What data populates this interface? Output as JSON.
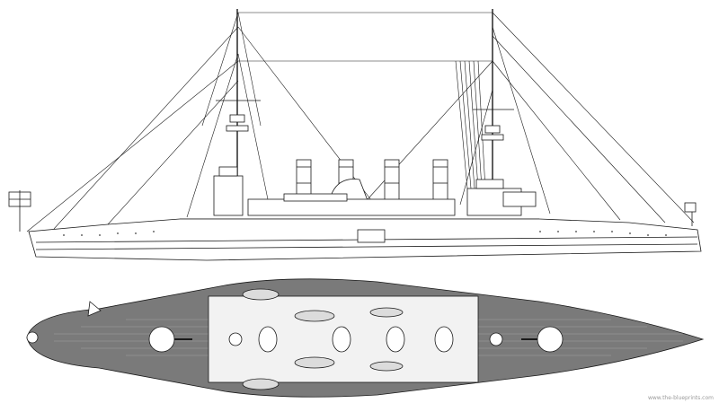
{
  "watermark": "www.the-blueprints.com",
  "colors": {
    "ink": "#1a1a1a",
    "paper": "#ffffff",
    "deck_fill": "#7a7a7a",
    "hull_fill": "#f2f2f2"
  },
  "views": [
    "side-elevation",
    "top-plan"
  ]
}
